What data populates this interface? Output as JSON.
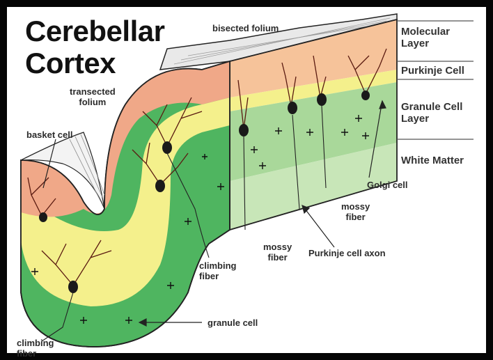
{
  "title_line1": "Cerebellar",
  "title_line2": "Cortex",
  "labels": {
    "bisected_folium": "bisected folium",
    "transected_folium_1": "transected",
    "transected_folium_2": "folium",
    "basket_cell": "basket cell",
    "climbing_fiber_mid_1": "climbing",
    "climbing_fiber_mid_2": "fiber",
    "climbing_fiber_bottom_1": "climbing",
    "climbing_fiber_bottom_2": "fiber",
    "granule_cell": "granule cell",
    "mossy_fiber_left_1": "mossy",
    "mossy_fiber_left_2": "fiber",
    "mossy_fiber_right_1": "mossy",
    "mossy_fiber_right_2": "fiber",
    "purkinje_cell_axon": "Purkinje cell axon",
    "golgi_cell": "Golgi cell"
  },
  "layers": {
    "molecular_1": "Molecular",
    "molecular_2": "Layer",
    "purkinje": "Purkinje Cell",
    "granule_1": "Granule Cell",
    "granule_2": "Layer",
    "white_matter": "White Matter"
  },
  "colors": {
    "molecular": "#f0a888",
    "molecular_top": "#f6c39a",
    "purkinje_band": "#f4f08c",
    "granule": "#4fb560",
    "granule_block": "#a9d89a",
    "white_matter": "#c8e6b8"
  }
}
